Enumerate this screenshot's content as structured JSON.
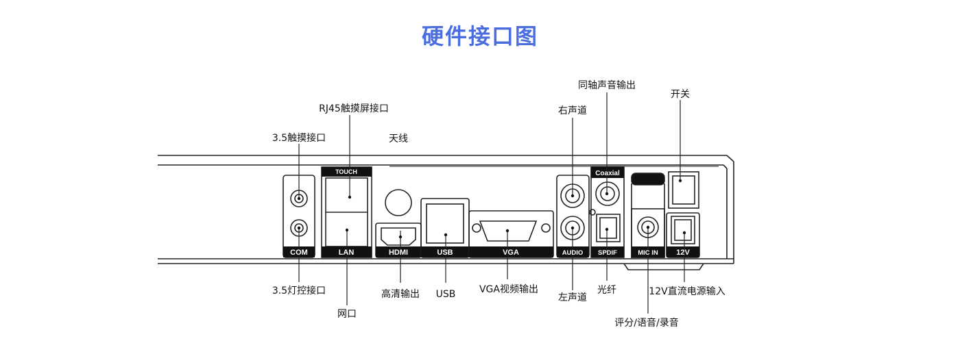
{
  "title": "硬件接口图",
  "colors": {
    "title": "#4a6ee0",
    "line": "#222222",
    "ink": "#111111"
  },
  "ports": {
    "com": "COM",
    "lan": "LAN",
    "touch": "TOUCH",
    "hdmi": "HDMI",
    "usb": "USB",
    "vga": "VGA",
    "audio": "AUDIO",
    "spdif": "SPDIF",
    "coaxial": "Coaxial",
    "mic_in": "MIC IN",
    "dc12v": "12V"
  },
  "callouts": {
    "touch35": "3.5触摸接口",
    "rj45": "RJ45触摸屏接口",
    "antenna": "天线",
    "right_ch": "右声道",
    "coaxial_audio": "同轴声音输出",
    "power_switch": "开关",
    "light35": "3.5灯控接口",
    "network": "网口",
    "hd_out": "高清输出",
    "usb": "USB",
    "vga_out": "VGA视频输出",
    "left_ch": "左声道",
    "optical": "光纤",
    "power_in": "12V直流电源输入",
    "mic": "评分/语音/录音"
  }
}
